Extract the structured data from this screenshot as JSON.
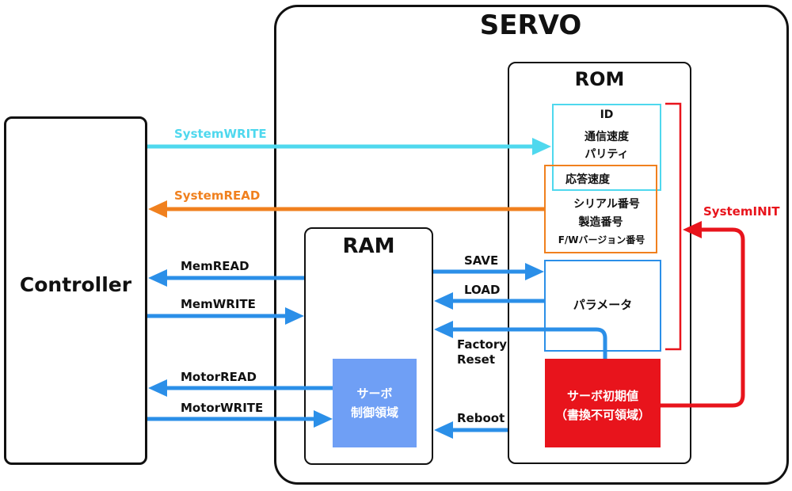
{
  "servo": {
    "title": "SERVO"
  },
  "controller": {
    "title": "Controller"
  },
  "ram": {
    "title": "RAM",
    "control_area": [
      "サーボ",
      "制御領域"
    ]
  },
  "rom": {
    "title": "ROM",
    "settings": [
      "ID",
      "通信速度",
      "パリティ"
    ],
    "response_speed": "応答速度",
    "info": [
      "シリアル番号",
      "製造番号",
      "F/Wバージョン番号"
    ],
    "parameter": "パラメータ",
    "initial_values": [
      "サーボ初期値",
      "（書換不可領域）"
    ]
  },
  "arrows": {
    "system_write": "SystemWRITE",
    "system_read": "SystemREAD",
    "mem_read": "MemREAD",
    "mem_write": "MemWRITE",
    "motor_read": "MotorREAD",
    "motor_write": "MotorWRITE",
    "save": "SAVE",
    "load": "LOAD",
    "factory_reset": [
      "Factory",
      "Reset"
    ],
    "reboot": "Reboot",
    "system_init": "SystemINIT"
  },
  "colors": {
    "cyan": "#4fd8ee",
    "orange": "#f0801e",
    "blue": "#2b8fe8",
    "red": "#e8141c",
    "control_area_fill": "#6f9ff5"
  }
}
